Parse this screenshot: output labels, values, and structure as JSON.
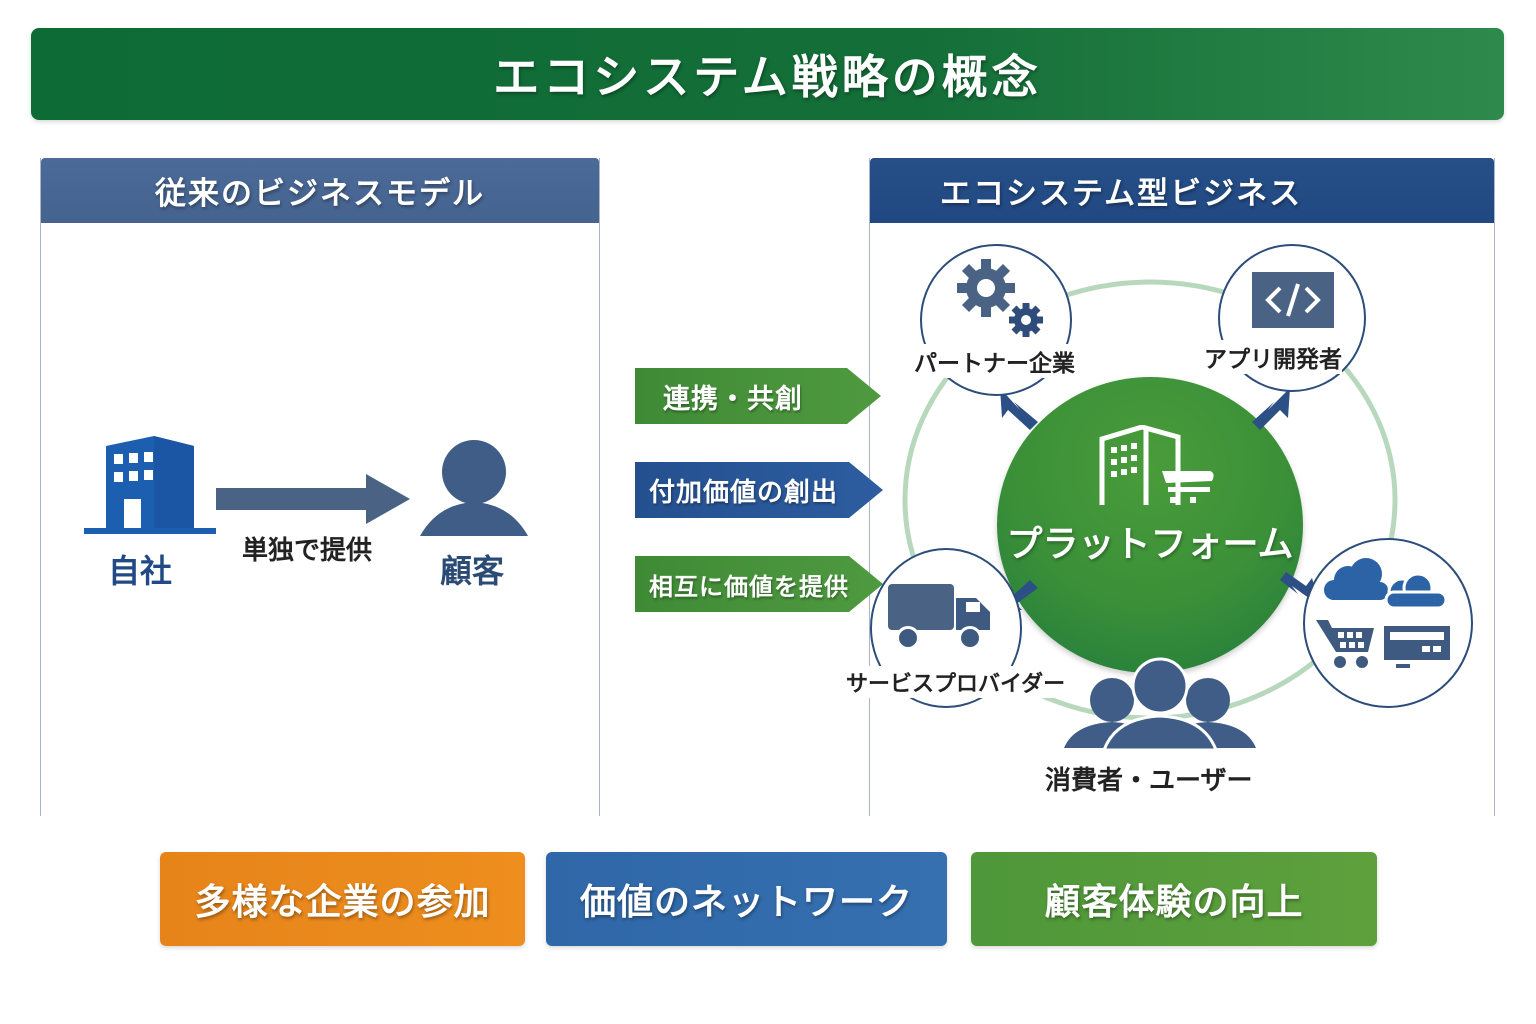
{
  "title": "エコシステム戦略の概念",
  "traditional": {
    "heading": "従来のビジネスモデル",
    "company_label": "自社",
    "arrow_label": "単独で提供",
    "customer_label": "顧客"
  },
  "ecosystem": {
    "heading": "エコシステム型ビジネス",
    "tags": [
      {
        "label": "連携・共創",
        "color": "#4a9540"
      },
      {
        "label": "付加価値の創出",
        "color": "#2a589a"
      },
      {
        "label": "相互に価値を提供",
        "color": "#4a9540"
      }
    ],
    "platform_label": "プラットフォーム",
    "nodes": {
      "partner": "パートナー企業",
      "app_dev": "アプリ開発者",
      "service_provider": "サービスプロバイダー",
      "consumers": "消費者・ユーザー"
    }
  },
  "bottom_boxes": [
    {
      "label": "多様な企業の参加",
      "color": "#e98a1c"
    },
    {
      "label": "価値のネットワーク",
      "color": "#316aab"
    },
    {
      "label": "顧客体験の向上",
      "color": "#58a03b"
    }
  ],
  "colors": {
    "title_green": "#146e38",
    "left_header": "#4a6a98",
    "right_header": "#244c85",
    "icon_slate": "#4a6283",
    "icon_blue": "#1c5fb0",
    "ring_green": "#b8d8bd"
  }
}
